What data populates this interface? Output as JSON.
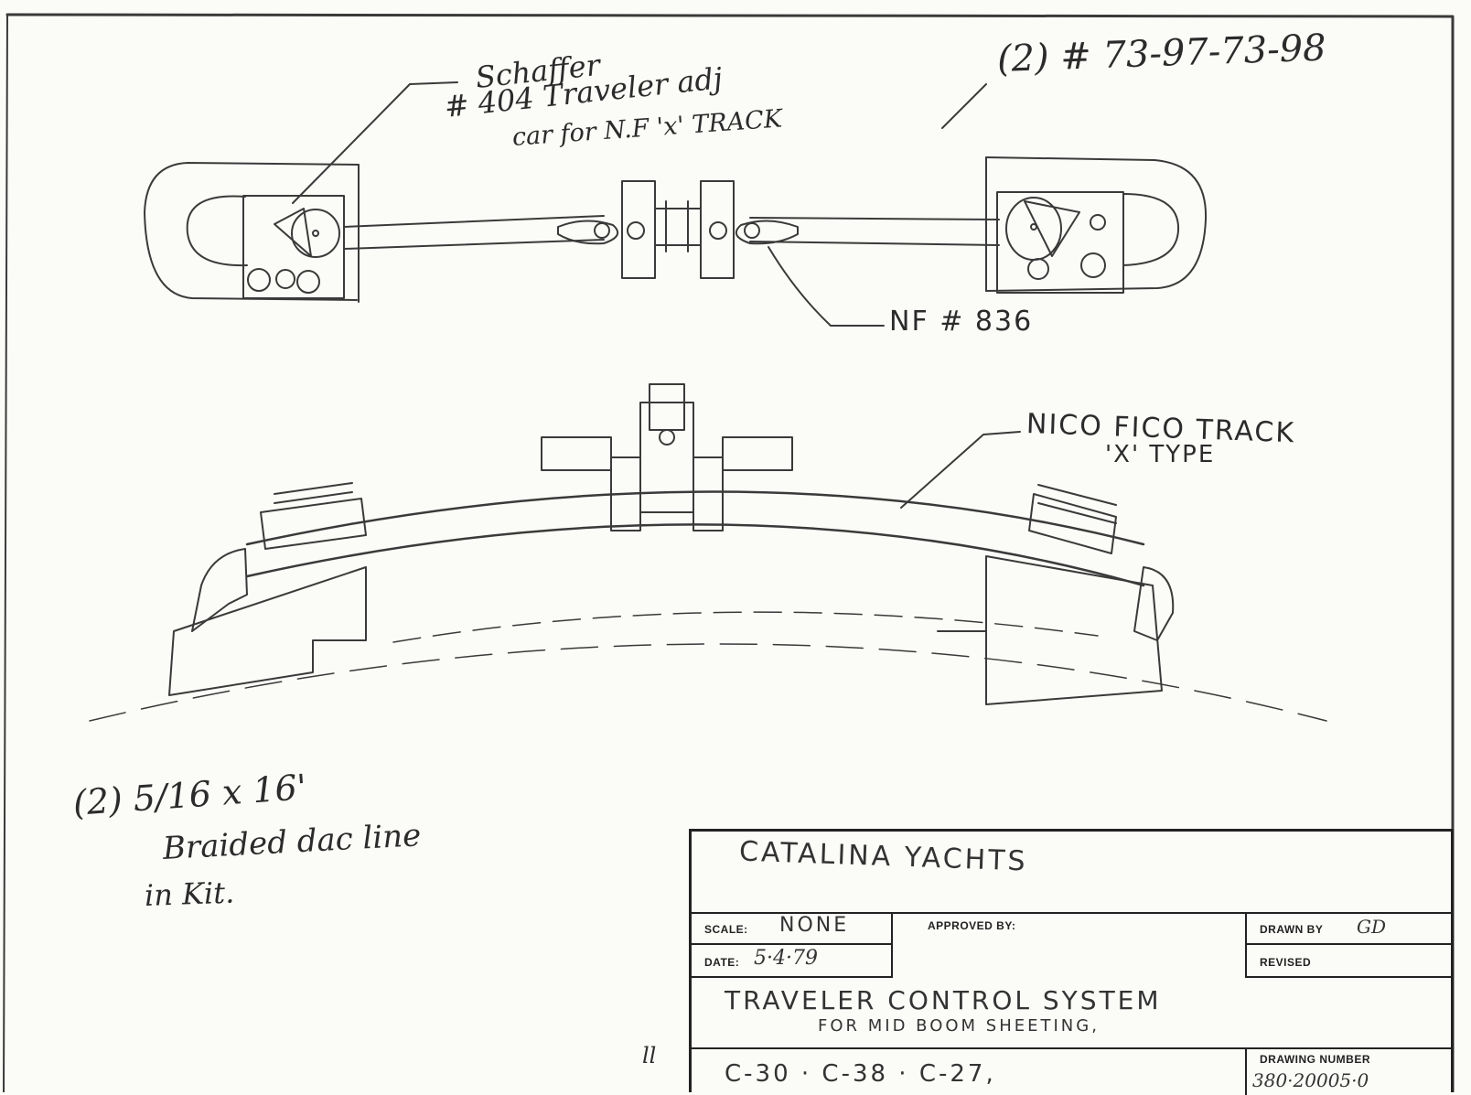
{
  "callouts": {
    "car_label_line1": "Schaffer",
    "car_label_line2": "# 404 Traveler adj",
    "car_label_line3": "car for N.F 'x' TRACK",
    "part_numbers": "(2) # 73-97-73-98",
    "nf_part": "NF # 836",
    "track_line1": "NICO FICO TRACK",
    "track_line2": "'X' TYPE",
    "line_qty": "(2) 5/16 x 16'",
    "line_desc1": "Braided dac line",
    "line_desc2": "in Kit.",
    "stray_mark": "ll"
  },
  "title_block": {
    "company": "CATALINA YACHTS",
    "scale_label": "SCALE:",
    "scale_value": "NONE",
    "date_label": "DATE:",
    "date_value": "5·4·79",
    "approved_label": "APPROVED BY:",
    "drawn_label": "DRAWN BY",
    "drawn_value": "GD",
    "revised_label": "REVISED",
    "title_line1": "TRAVELER CONTROL SYSTEM",
    "title_line2": "FOR MID BOOM SHEETING,",
    "models": "C-30 · C-38 · C-27,",
    "drawing_number_label": "DRAWING NUMBER",
    "drawing_number_value": "380·20005·0"
  }
}
